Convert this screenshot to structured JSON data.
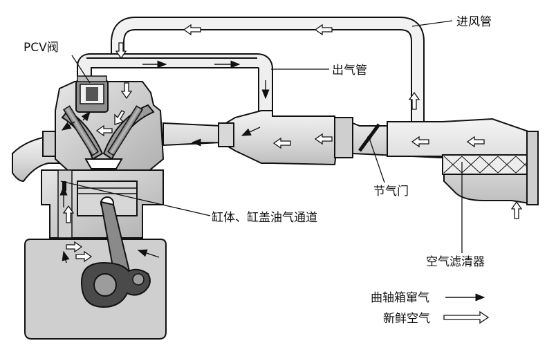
{
  "labels": {
    "pcv_valve": "PCV阀",
    "intake_pipe": "进风管",
    "outlet_pipe": "出气管",
    "throttle": "节气门",
    "channel": "缸体、缸盖油气通道",
    "air_filter": "空气滤清器"
  },
  "legend": {
    "blowby": "曲轴箱窜气",
    "fresh_air": "新鲜空气"
  },
  "colors": {
    "outline": "#111111",
    "metal_light": "#e0e0e0",
    "metal_mid": "#b8b8b8",
    "metal_dark": "#8a8a8a",
    "background": "#ffffff"
  }
}
